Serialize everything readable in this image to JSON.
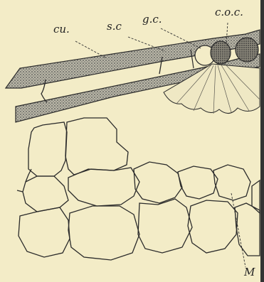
{
  "labels": {
    "cu": "cu.",
    "sc": "s.c",
    "gc": "g.c.",
    "coc": "c.o.c.",
    "m": "M"
  },
  "colors": {
    "paper": "#f3ecc7",
    "ink": "#2a2a2a",
    "stipple": "#7a776c"
  }
}
